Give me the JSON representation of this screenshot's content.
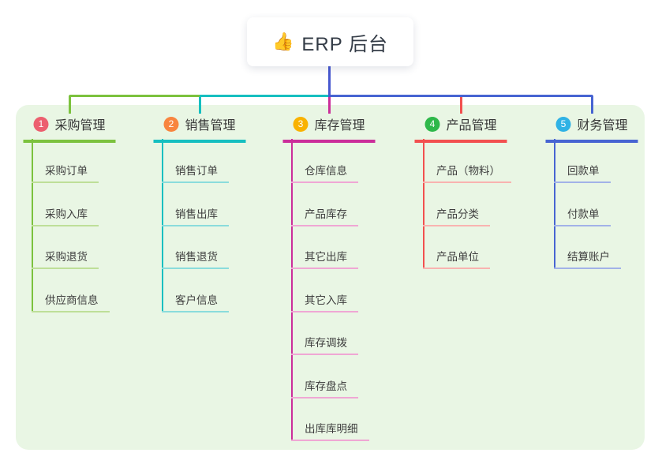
{
  "root": {
    "emoji": "👍",
    "title": "ERP 后台"
  },
  "colors": {
    "root_line": "#4758cf",
    "panel_bg": "#e9f6e4"
  },
  "branches": [
    {
      "number": "1",
      "label": "采购管理",
      "line_color": "#7cc23e",
      "badge_color": "#ec5f6f",
      "child_line_color": "#bedf98",
      "children": [
        "采购订单",
        "采购入库",
        "采购退货",
        "供应商信息"
      ]
    },
    {
      "number": "2",
      "label": "销售管理",
      "line_color": "#16bfc0",
      "badge_color": "#f8853f",
      "child_line_color": "#8adcdc",
      "children": [
        "销售订单",
        "销售出库",
        "销售退货",
        "客户信息"
      ]
    },
    {
      "number": "3",
      "label": "库存管理",
      "line_color": "#cb2e9a",
      "badge_color": "#f9b200",
      "child_line_color": "#efa7d4",
      "children": [
        "仓库信息",
        "产品库存",
        "其它出库",
        "其它入库",
        "库存调拨",
        "库存盘点",
        "出库库明细"
      ]
    },
    {
      "number": "4",
      "label": "产品管理",
      "line_color": "#f2504f",
      "badge_color": "#2eb84a",
      "child_line_color": "#f9b3b0",
      "children": [
        "产品（物料）",
        "产品分类",
        "产品单位"
      ]
    },
    {
      "number": "5",
      "label": "财务管理",
      "line_color": "#4764d2",
      "badge_color": "#2fb2e5",
      "child_line_color": "#a2b2e8",
      "children": [
        "回款单",
        "付款单",
        "结算账户"
      ]
    }
  ]
}
